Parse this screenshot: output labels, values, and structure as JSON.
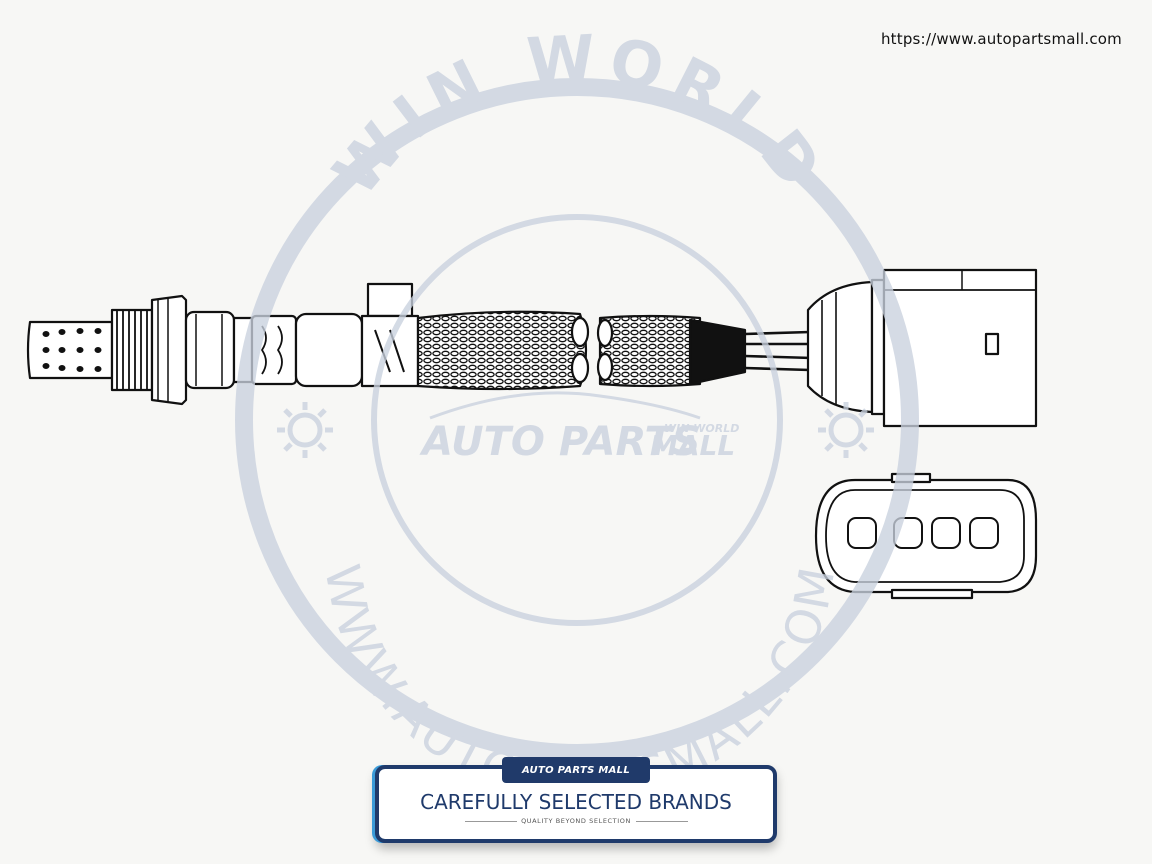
{
  "site_url": "https://www.autopartsmall.com",
  "watermark": {
    "top_arc_text": "WIN WORLD",
    "bottom_arc_text": "WWW.AUTOPARTSMALL.COM",
    "logo_main": "AUTO PARTS",
    "logo_mall": "MALL",
    "logo_small": "WIN WORLD",
    "color": "#c9d1de"
  },
  "banner": {
    "tab_text": "AUTO PARTS MALL",
    "title": "CAREFULLY SELECTED BRANDS",
    "subtitle": "QUALITY BEYOND SELECTION",
    "color_navy": "#1f3a6b",
    "color_accent": "#3a9bd9"
  },
  "icons": [
    "gear-icon",
    "gear-icon"
  ]
}
